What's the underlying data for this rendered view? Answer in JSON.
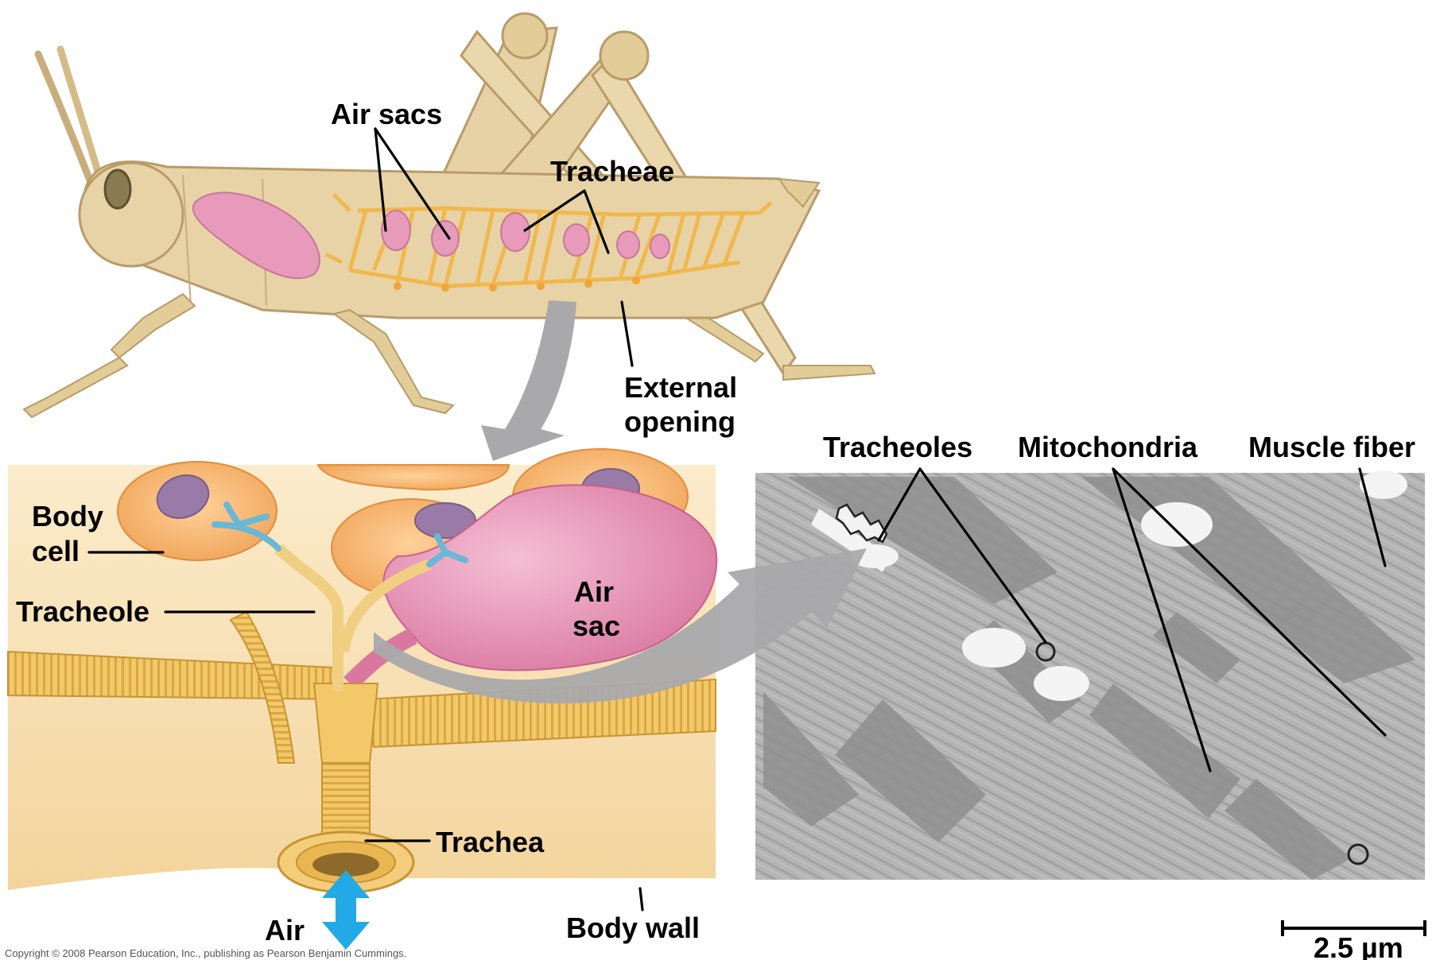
{
  "labels": {
    "air_sacs": "Air sacs",
    "tracheae": "Tracheae",
    "external_opening_line1": "External",
    "external_opening_line2": "opening",
    "body_cell_line1": "Body",
    "body_cell_line2": "cell",
    "tracheole": "Tracheole",
    "air_sac_line1": "Air",
    "air_sac_line2": "sac",
    "trachea": "Trachea",
    "air": "Air",
    "body_wall": "Body wall",
    "tracheoles": "Tracheoles",
    "mitochondria": "Mitochondria",
    "muscle_fiber": "Muscle fiber",
    "scale_bar": "2.5 µm"
  },
  "copyright": "Copyright © 2008 Pearson Education, Inc., publishing as Pearson Benjamin Cummings.",
  "colors": {
    "insect_body": "#e8d3a6",
    "insect_outline": "#b99b6a",
    "air_sac_pink": "#e79ab9",
    "trachea_yellow": "#f0c060",
    "cell_orange": "#f4b26a",
    "nucleus_purple": "#9a7aa6",
    "tracheole_blue": "#6bb7d6",
    "air_arrow": "#22a9e6",
    "panel_bg": "#f7deb0",
    "micrograph_gray": "#b8b8b8",
    "callout_arrow": "#a9a9ab"
  },
  "icons": {
    "air_arrow": "double-headed-arrow-icon",
    "callout_arrows": "curved-arrow-icon"
  }
}
